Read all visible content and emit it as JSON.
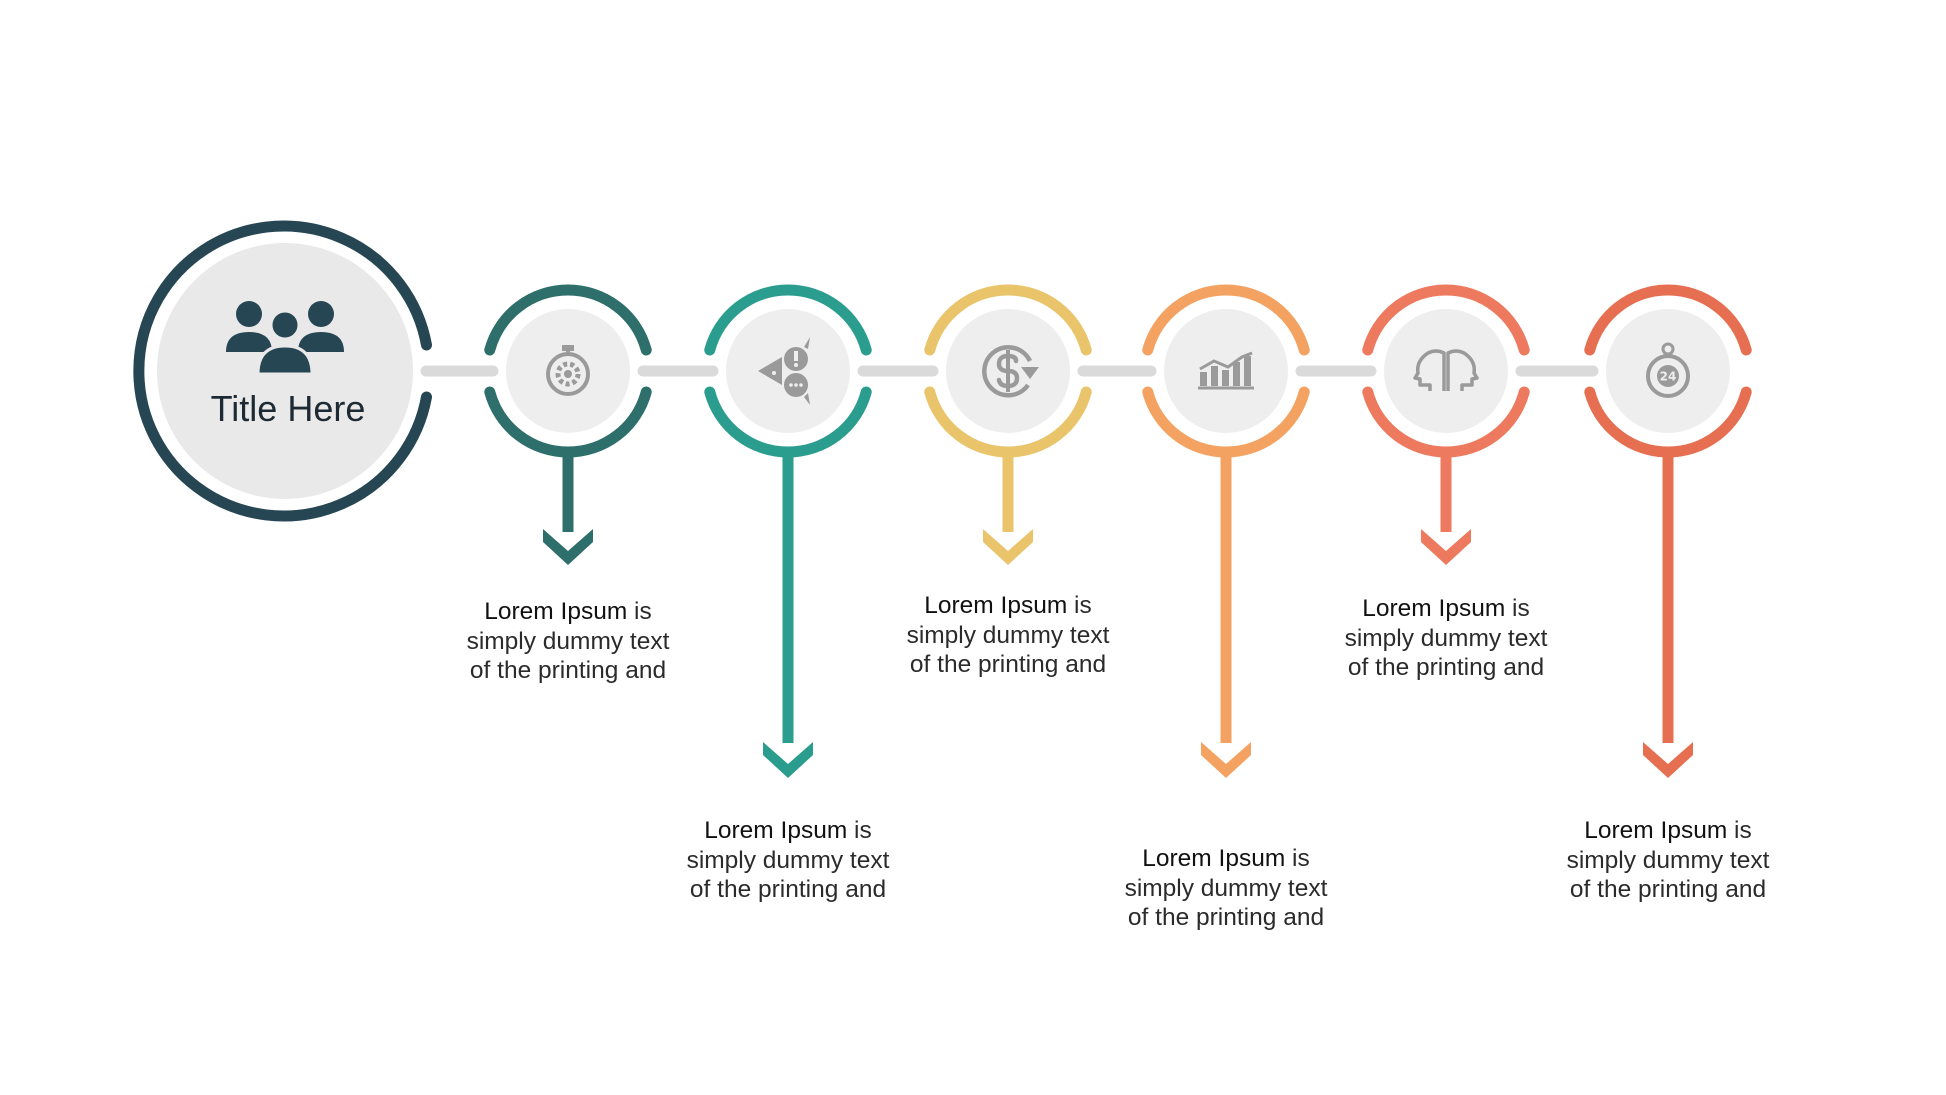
{
  "title": {
    "text": "Title Here"
  },
  "colors": {
    "title_ring": "#264653",
    "title_icon": "#264653",
    "connector": "#dadada",
    "icon_disc": "#eeeeee",
    "icon": "#9a9a9a"
  },
  "steps": [
    {
      "icon": "stopwatch-gear-icon",
      "color": "#2e6f6b",
      "text_lead": "Lorem Ipsum",
      "text_rest": " is simply dummy text of the printing and",
      "stem": "short"
    },
    {
      "icon": "speech-bubbles-icon",
      "color": "#2a9d8f",
      "text_lead": "Lorem Ipsum",
      "text_rest": " is simply dummy text of the printing and",
      "stem": "long"
    },
    {
      "icon": "dollar-cycle-icon",
      "color": "#e9c46a",
      "text_lead": "Lorem Ipsum",
      "text_rest": " is simply dummy text of the printing and",
      "stem": "short"
    },
    {
      "icon": "bar-chart-trend-icon",
      "color": "#f4a261",
      "text_lead": "Lorem Ipsum",
      "text_rest": " is simply dummy text of the printing and",
      "stem": "long"
    },
    {
      "icon": "two-heads-icon",
      "color": "#ed7a5e",
      "text_lead": "Lorem Ipsum",
      "text_rest": " is simply dummy text of the printing and",
      "stem": "short"
    },
    {
      "icon": "24-hour-clock-icon",
      "color": "#e76f51",
      "text_lead": "Lorem Ipsum",
      "text_rest": " is simply dummy text of the printing and",
      "stem": "long"
    }
  ]
}
